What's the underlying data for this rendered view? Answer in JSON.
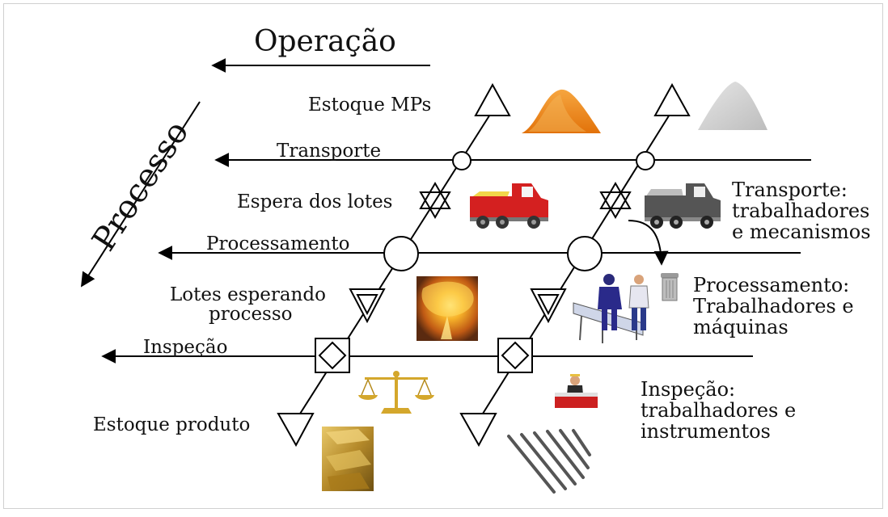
{
  "header": {
    "operation": "Operação",
    "process": "Processo"
  },
  "operations": {
    "raw_stock": "Estoque MPs",
    "transport": "Transporte",
    "batch_wait": "Espera dos lotes",
    "processing": "Processamento",
    "batches_waiting_lines": [
      "Lotes esperando",
      "processo"
    ],
    "inspection": "Inspeção",
    "product_stock": "Estoque produto"
  },
  "descriptions": {
    "transport": [
      "Transporte:",
      "trabalhadores",
      "e mecanismos"
    ],
    "processing": [
      "Processamento:",
      "Trabalhadores e",
      "máquinas"
    ],
    "inspection": [
      "Inspeção:",
      "trabalhadores e",
      "instrumentos"
    ]
  },
  "illustrations": [
    "orange-pile-icon",
    "gray-pile-icon",
    "red-truck-icon",
    "gray-truck-icon",
    "molten-metal-icon",
    "workers-table-icon",
    "trash-can-icon",
    "balance-scale-icon",
    "inspector-desk-icon",
    "gold-bars-icon",
    "steel-rebar-icon"
  ],
  "colors": {
    "orange_pile": "#f08a1c",
    "red_truck": "#d42020",
    "gold": "#c9a227"
  }
}
